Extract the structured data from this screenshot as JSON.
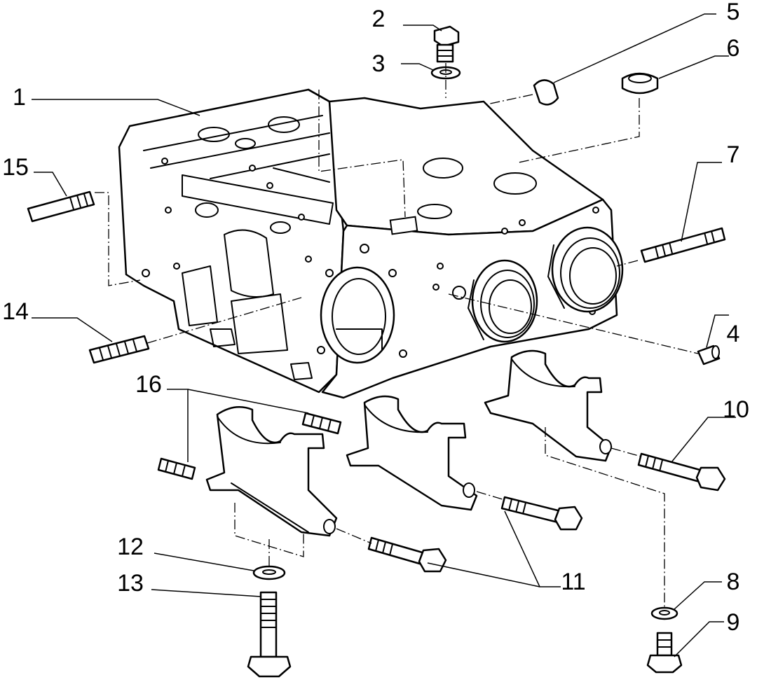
{
  "callouts": [
    {
      "id": "1",
      "label": "1"
    },
    {
      "id": "2",
      "label": "2"
    },
    {
      "id": "3",
      "label": "3"
    },
    {
      "id": "4",
      "label": "4"
    },
    {
      "id": "5",
      "label": "5"
    },
    {
      "id": "6",
      "label": "6"
    },
    {
      "id": "7",
      "label": "7"
    },
    {
      "id": "8",
      "label": "8"
    },
    {
      "id": "9",
      "label": "9"
    },
    {
      "id": "10",
      "label": "10"
    },
    {
      "id": "11",
      "label": "11"
    },
    {
      "id": "12",
      "label": "12"
    },
    {
      "id": "13",
      "label": "13"
    },
    {
      "id": "14",
      "label": "14"
    },
    {
      "id": "15",
      "label": "15"
    },
    {
      "id": "16",
      "label": "16"
    }
  ],
  "colors": {
    "ink": "#000000",
    "paper": "#ffffff"
  }
}
